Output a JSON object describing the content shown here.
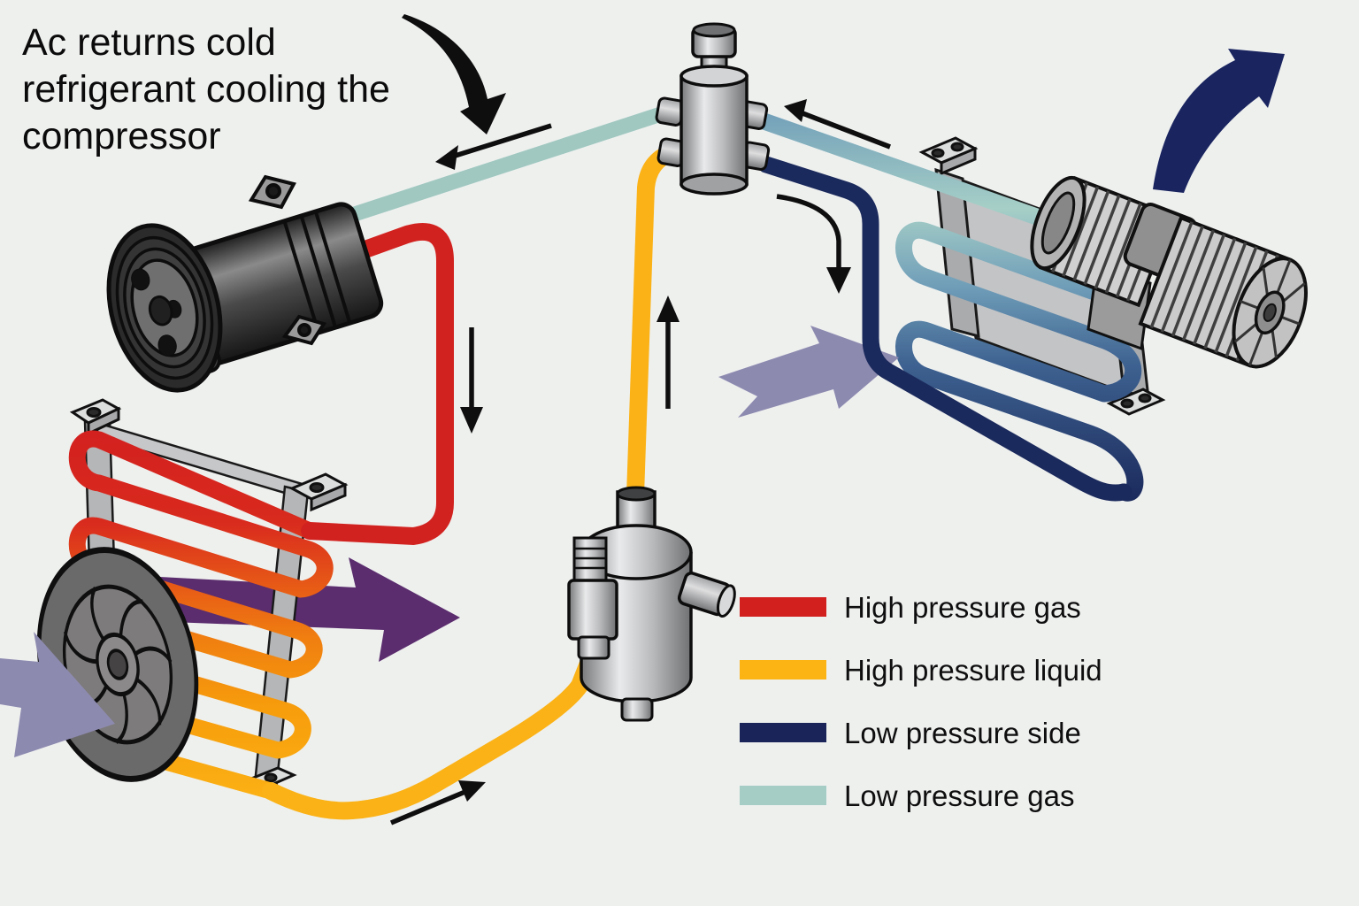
{
  "annotation": {
    "lines": [
      "Ac returns cold",
      "refrigerant cooling the",
      "compressor"
    ]
  },
  "legend": {
    "items": [
      {
        "label": "High pressure gas",
        "color": "#d2201f"
      },
      {
        "label": "High pressure liquid",
        "color": "#fcb415"
      },
      {
        "label": "Low pressure side",
        "color": "#1a2458"
      },
      {
        "label": "Low pressure gas",
        "color": "#a5cdc6"
      }
    ]
  },
  "diagram": {
    "type": "automotive-ac-refrigerant-cycle",
    "components": [
      {
        "id": "compressor",
        "depicted": "belt-driven AC compressor with pulley"
      },
      {
        "id": "condenser",
        "depicted": "serpentine condenser coil, red to yellow gradient"
      },
      {
        "id": "condenser-fan",
        "depicted": "round engine cooling fan in front of condenser"
      },
      {
        "id": "receiver-drier",
        "depicted": "receiver drier canister with sight-glass fitting"
      },
      {
        "id": "expansion-valve",
        "depicted": "four-port valve block with service knob"
      },
      {
        "id": "evaporator",
        "depicted": "serpentine evaporator coil, teal to navy gradient"
      },
      {
        "id": "blower-fans",
        "depicted": "twin squirrel-cage blower drums"
      }
    ],
    "flow_arrows": [
      {
        "id": "low-pressure-gas-to-compressor",
        "direction": "down-left along teal pipe"
      },
      {
        "id": "high-pressure-gas-down",
        "direction": "down along red pipe"
      },
      {
        "id": "liquid-to-receiver",
        "direction": "up-right along yellow pipe"
      },
      {
        "id": "liquid-up-to-valve",
        "direction": "up along yellow pipe"
      },
      {
        "id": "low-pressure-to-evaporator",
        "direction": "curving down along navy pipe"
      },
      {
        "id": "gas-back-to-valve",
        "direction": "up-left along blue pipe"
      },
      {
        "id": "annotation-arrow",
        "direction": "curved black arrow pointing down"
      },
      {
        "id": "warm-air-out",
        "direction": "large navy arrow up-right from blowers"
      },
      {
        "id": "airflow-through-condenser",
        "direction": "purple arrow to the right"
      },
      {
        "id": "airflow-into-fan",
        "direction": "lavender arrow to the right"
      },
      {
        "id": "airflow-into-evaporator",
        "direction": "lavender arrow up-right"
      }
    ],
    "palette": {
      "background": "#eef0ee",
      "high_pressure_gas": "#d2201f",
      "high_pressure_liquid": "#fcb415",
      "low_pressure_side": "#1a2458",
      "low_pressure_gas": "#a5cdc6",
      "return_line_blue": "#6f9db8",
      "airflow_purple": "#5b2d6e",
      "airflow_lavender": "#8d8ab0",
      "metal_gray": "#b9babc"
    }
  }
}
